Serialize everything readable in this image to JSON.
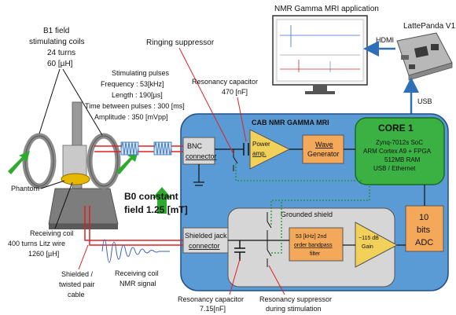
{
  "title_app": "NMR Gamma MRI application",
  "lattepanda": "LattePanda V1",
  "hdmi": "HDMI",
  "usb": "USB",
  "b1_coils": [
    "B1 field",
    "stimulating coils",
    "24 turns",
    "60 [µH]"
  ],
  "stim_pulses": {
    "heading": "Stimulating pulses",
    "frequency": "Frequency : 53[kHz]",
    "length": "Length : 190[µs]",
    "time_between": "Time between pulses : 300 [ms]",
    "amplitude": "Amplitude : 350 [mVpp]"
  },
  "ringing": "Ringing suppressor",
  "res_cap_top": [
    "Resonancy capacitor",
    "470 [nF]"
  ],
  "cab_title": "CAB NMR GAMMA MRI",
  "bnc": [
    "BNC",
    "connector"
  ],
  "power_amp": [
    "Power",
    "amp."
  ],
  "wave_gen": [
    "Wave",
    "Generator"
  ],
  "core": {
    "title": "CORE 1",
    "lines": [
      "Zynq-7012s SoC",
      "ARM Cortex A9 + FPGA",
      "512MB RAM",
      "USB / Ethernet"
    ]
  },
  "phantom": "Phantom",
  "b0": [
    "B0 constant",
    "field 1.25 [mT]"
  ],
  "grounded_shield": "Grounded shield",
  "filter": [
    "53 [kHz] 2nd",
    "order bandpass",
    "filter"
  ],
  "gain": [
    "~115 dB",
    "Gain"
  ],
  "adc": [
    "10",
    "bits",
    "ADC"
  ],
  "receiving_coil": [
    "Receiving coil",
    "400 turns Litz wire",
    "1260 [µH]"
  ],
  "shielded_jack": [
    "Shielded jack",
    "connector"
  ],
  "cable": [
    "Shielded /",
    "twisted pair",
    "cable"
  ],
  "nmr_signal": [
    "Receiving coil",
    "NMR signal"
  ],
  "res_cap_bottom": [
    "Resonancy capacitor",
    "7.15[nF]"
  ],
  "res_supp_bottom": [
    "Resonancy suppressor",
    "during stimulation"
  ],
  "colors": {
    "cab_blue": "#5b9bd5",
    "core_green": "#3bb143",
    "amp_yellow": "#f2d15b",
    "wave_orange": "#f4a95a",
    "shield_gray": "#d6d6d6",
    "wire_red": "#e02020"
  }
}
